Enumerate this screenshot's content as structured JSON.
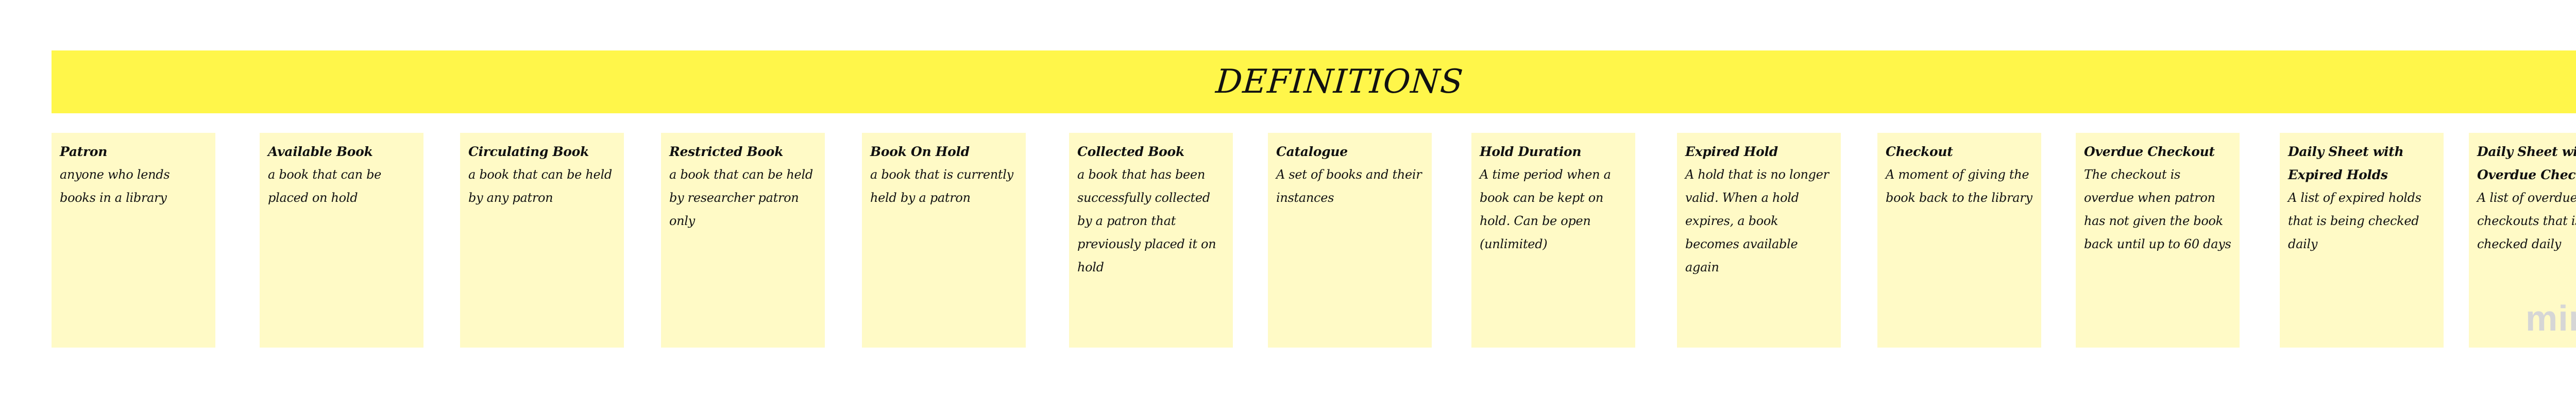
{
  "header": {
    "title": "DEFINITIONS"
  },
  "colors": {
    "header_band": "#fff64a",
    "sticky_note": "#fffac6",
    "watermark": "#d6d6d6"
  },
  "notes": [
    {
      "title": "Patron",
      "text": "anyone who lends books in a library"
    },
    {
      "title": "Available Book",
      "text": "a book that can be placed on hold"
    },
    {
      "title": "Circulating Book",
      "text": "a book that can be held by any patron"
    },
    {
      "title": "Restricted Book",
      "text": "a book that can be held by researcher patron only"
    },
    {
      "title": "Book On Hold",
      "text": "a book that is currently held by a patron"
    },
    {
      "title": "Collected Book",
      "text": "a book that has been successfully collected by a patron that previously placed it on hold"
    },
    {
      "title": "Catalogue",
      "text": "A set of books and their instances"
    },
    {
      "title": "Hold Duration",
      "text": "A time period  when a book can be kept on hold. Can be open (unlimited)"
    },
    {
      "title": "Expired Hold",
      "text": "A hold that is no longer valid. When a hold expires, a book becomes available again"
    },
    {
      "title": "Checkout",
      "text": "A moment of giving the book back to the library"
    },
    {
      "title": "Overdue Checkout",
      "text": "The checkout is overdue when patron has not given the book back until  up to 60 days"
    },
    {
      "title": "Daily Sheet with Expired Holds",
      "text": "A list of expired holds that is being checked daily"
    },
    {
      "title": "Daily Sheet with Overdue Checkouts",
      "text": "A list of overdue checkouts that is being checked daily"
    }
  ],
  "watermark": {
    "text": "miro"
  }
}
